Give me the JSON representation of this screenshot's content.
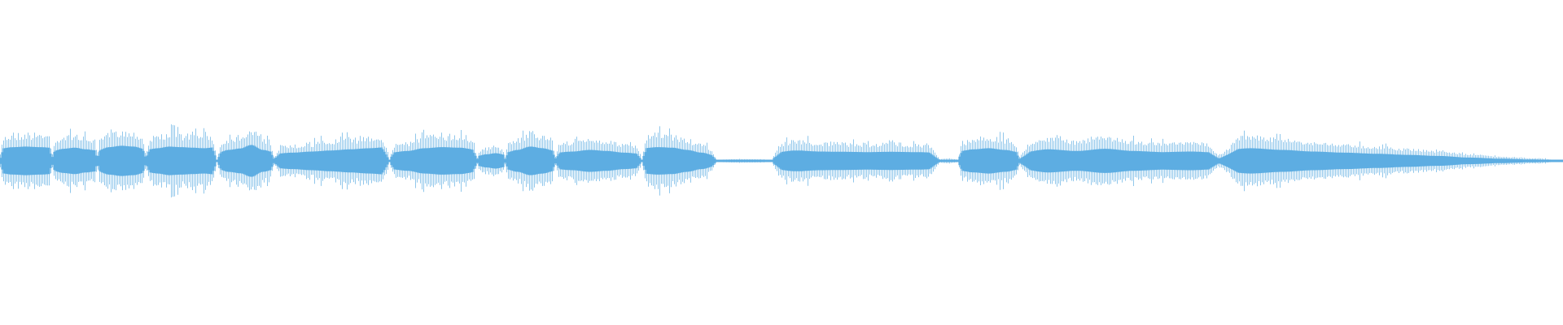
{
  "waveform": {
    "color": "#5dade2",
    "background": "#ffffff",
    "amplitude_scale": 1.0,
    "segments": [
      {
        "kind": "voiced",
        "start": 0.0,
        "end": 0.033,
        "env": [
          0.45,
          0.5,
          0.52,
          0.5,
          0.48
        ],
        "peaky": 0.85
      },
      {
        "kind": "voiced",
        "start": 0.033,
        "end": 0.062,
        "env": [
          0.35,
          0.44,
          0.48,
          0.42,
          0.38
        ],
        "peaky": 0.65
      },
      {
        "kind": "voiced",
        "start": 0.062,
        "end": 0.093,
        "env": [
          0.38,
          0.5,
          0.55,
          0.52,
          0.42
        ],
        "peaky": 0.7
      },
      {
        "kind": "voiced",
        "start": 0.093,
        "end": 0.138,
        "env": [
          0.4,
          0.46,
          0.52,
          0.5,
          0.48,
          0.46,
          0.5
        ],
        "peaky": 0.8
      },
      {
        "kind": "voiced",
        "start": 0.139,
        "end": 0.175,
        "env": [
          0.3,
          0.4,
          0.45,
          0.58,
          0.4,
          0.32
        ],
        "peaky": 0.65
      },
      {
        "kind": "voiced",
        "start": 0.175,
        "end": 0.248,
        "env": [
          0.26,
          0.3,
          0.34,
          0.38,
          0.42,
          0.46,
          0.5
        ],
        "peaky": 0.85
      },
      {
        "kind": "voiced",
        "start": 0.249,
        "end": 0.305,
        "env": [
          0.3,
          0.36,
          0.46,
          0.5,
          0.48,
          0.4
        ],
        "peaky": 0.85
      },
      {
        "kind": "voiced",
        "start": 0.305,
        "end": 0.323,
        "env": [
          0.18,
          0.24,
          0.28,
          0.22
        ],
        "peaky": 0.9
      },
      {
        "kind": "voiced",
        "start": 0.323,
        "end": 0.355,
        "env": [
          0.3,
          0.4,
          0.52,
          0.46,
          0.36
        ],
        "peaky": 0.7
      },
      {
        "kind": "voiced",
        "start": 0.355,
        "end": 0.41,
        "env": [
          0.3,
          0.34,
          0.4,
          0.36,
          0.3,
          0.26
        ],
        "peaky": 0.6
      },
      {
        "kind": "voiced",
        "start": 0.411,
        "end": 0.458,
        "env": [
          0.46,
          0.5,
          0.48,
          0.4,
          0.3,
          0.18
        ],
        "peaky": 0.75
      },
      {
        "kind": "silence",
        "start": 0.458,
        "end": 0.493,
        "env": [
          0.02,
          0.03,
          0.03,
          0.02
        ],
        "peaky": 0.2
      },
      {
        "kind": "voiced",
        "start": 0.494,
        "end": 0.6,
        "env": [
          0.3,
          0.38,
          0.34,
          0.33,
          0.32,
          0.33,
          0.32,
          0.3
        ],
        "peaky": 0.75
      },
      {
        "kind": "silence",
        "start": 0.6,
        "end": 0.612,
        "env": [
          0.03,
          0.04,
          0.03
        ],
        "peaky": 0.2
      },
      {
        "kind": "voiced",
        "start": 0.613,
        "end": 0.652,
        "env": [
          0.35,
          0.42,
          0.46,
          0.4,
          0.32
        ],
        "peaky": 0.8
      },
      {
        "kind": "voiced",
        "start": 0.652,
        "end": 0.78,
        "env": [
          0.3,
          0.42,
          0.36,
          0.44,
          0.36,
          0.32,
          0.34,
          0.3
        ],
        "peaky": 0.6
      },
      {
        "kind": "voiced",
        "start": 0.78,
        "end": 1.0,
        "env": [
          0.38,
          0.46,
          0.4,
          0.34,
          0.3,
          0.26,
          0.22,
          0.18,
          0.12,
          0.08,
          0.05,
          0.02
        ],
        "peaky": 0.6
      }
    ]
  }
}
